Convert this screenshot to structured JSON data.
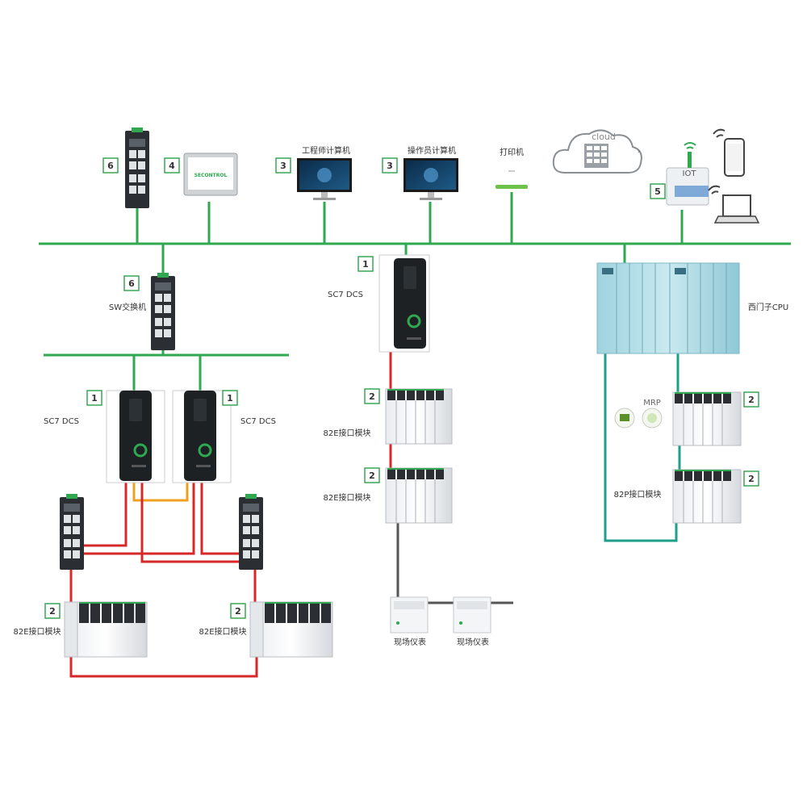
{
  "colors": {
    "network": "#2fa84f",
    "red": "#d62828",
    "orange": "#f0a020",
    "teal": "#1f9e8a",
    "gray": "#555555",
    "badge_border": "#3aa655"
  },
  "labels": {
    "engineer_pc": "工程师计算机",
    "operator_pc": "操作员计算机",
    "printer": "打印机",
    "cloud": "cloud",
    "iot": "IOT",
    "sw_switch": "SW交换机",
    "sc7_center": "SC7  DCS",
    "sc7_left": "SC7  DCS",
    "sc7_right": "SC7  DCS",
    "siemens_cpu": "西门子CPU",
    "module_82e_a": "82E接口模块",
    "module_82e_b": "82E接口模块",
    "module_82e_left": "82E接口模块",
    "module_82e_right": "82E接口模块",
    "module_82p": "82P接口模块",
    "field_1": "现场仪表",
    "field_2": "现场仪表",
    "mrp": "MRP",
    "se_control": "SECONTROL"
  },
  "badges": {
    "switch_top": "6",
    "hmi": "4",
    "eng_pc": "3",
    "op_pc": "3",
    "iot": "5",
    "dcs_center": "1",
    "sw_mid": "6",
    "dcs_left": "1",
    "dcs_right": "1",
    "mod_c1": "2",
    "mod_c2": "2",
    "mod_r1": "2",
    "mod_r2": "2",
    "mod_l": "2",
    "mod_r": "2"
  }
}
